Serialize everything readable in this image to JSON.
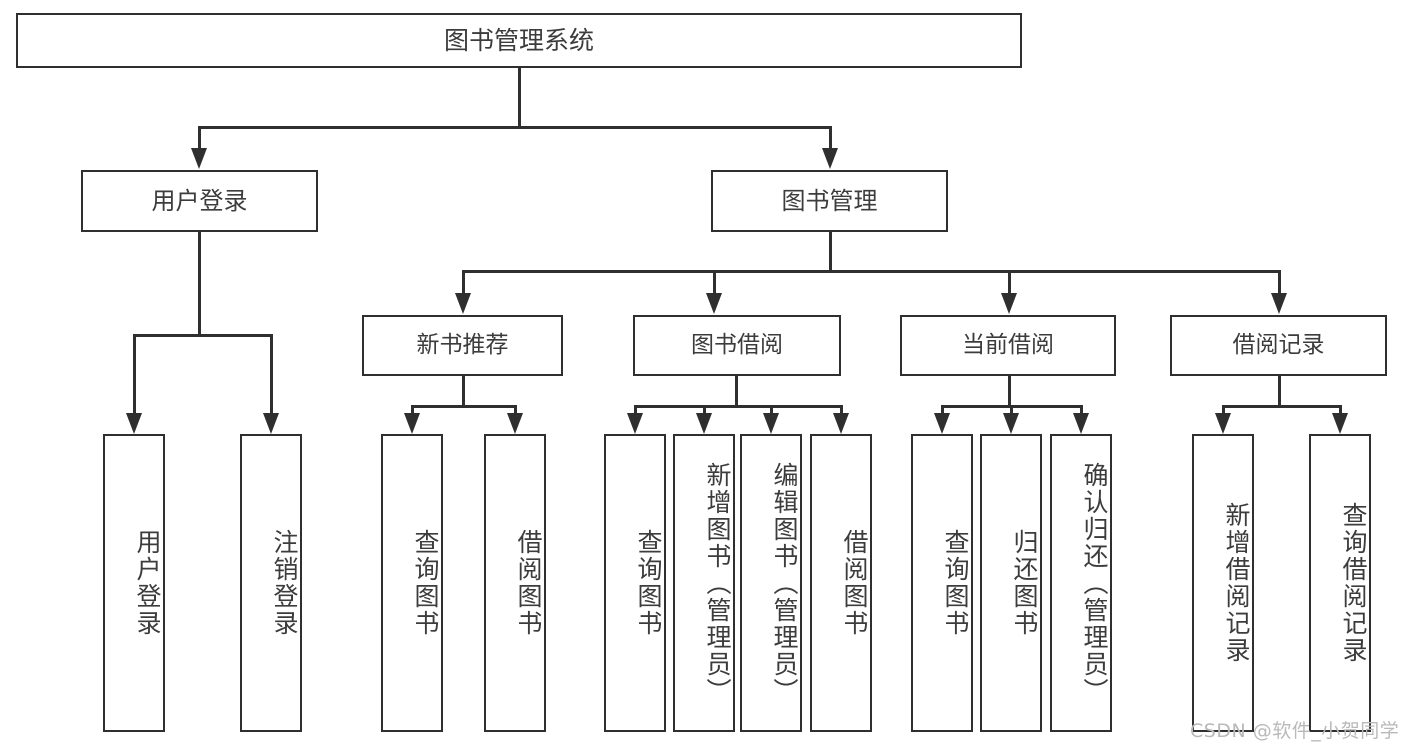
{
  "diagram": {
    "type": "tree",
    "title": "图书管理系统",
    "root": {
      "label": "图书管理系统"
    },
    "level2": [
      {
        "label": "用户登录"
      },
      {
        "label": "图书管理"
      }
    ],
    "level3": [
      {
        "label": "新书推荐"
      },
      {
        "label": "图书借阅"
      },
      {
        "label": "当前借阅"
      },
      {
        "label": "借阅记录"
      }
    ],
    "leaves": {
      "user_login": [
        {
          "label": "用户登录"
        },
        {
          "label": "注销登录"
        }
      ],
      "new_book_recommend": [
        {
          "label": "查询图书"
        },
        {
          "label": "借阅图书"
        }
      ],
      "book_borrow": [
        {
          "label": "查询图书"
        },
        {
          "label": "新增图书（管理员）"
        },
        {
          "label": "编辑图书（管理员）"
        },
        {
          "label": "借阅图书"
        }
      ],
      "current_borrow": [
        {
          "label": "查询图书"
        },
        {
          "label": "归还图书"
        },
        {
          "label": "确认归还（管理员）"
        }
      ],
      "borrow_record": [
        {
          "label": "新增借阅记录"
        },
        {
          "label": "查询借阅记录"
        }
      ]
    }
  },
  "watermark": {
    "text": "CSDN @软件_小贺同学"
  },
  "colors": {
    "stroke": "#2f2f2f",
    "text": "#3c3c3c",
    "background": "#ffffff",
    "watermark": "#b9b9b9"
  }
}
